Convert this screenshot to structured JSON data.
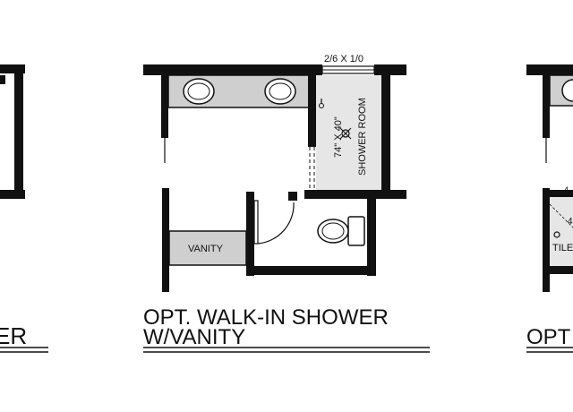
{
  "plan": {
    "left_label": "ER",
    "center_label_line1": "OPT. WALK-IN SHOWER",
    "center_label_line2": "W/VANITY",
    "right_label": "OPT",
    "window_label": "2/6 X 1/0",
    "shower_size": "74\" X 40\"",
    "shower_room": "SHOWER ROOM",
    "vanity": "VANITY",
    "right_dim": "4",
    "right_dim2": "4",
    "right_tile": "TILE"
  },
  "colors": {
    "wall": "#111111",
    "counter": "#cfcfcf",
    "shower": "#e6e6e6",
    "background": "#ffffff"
  }
}
